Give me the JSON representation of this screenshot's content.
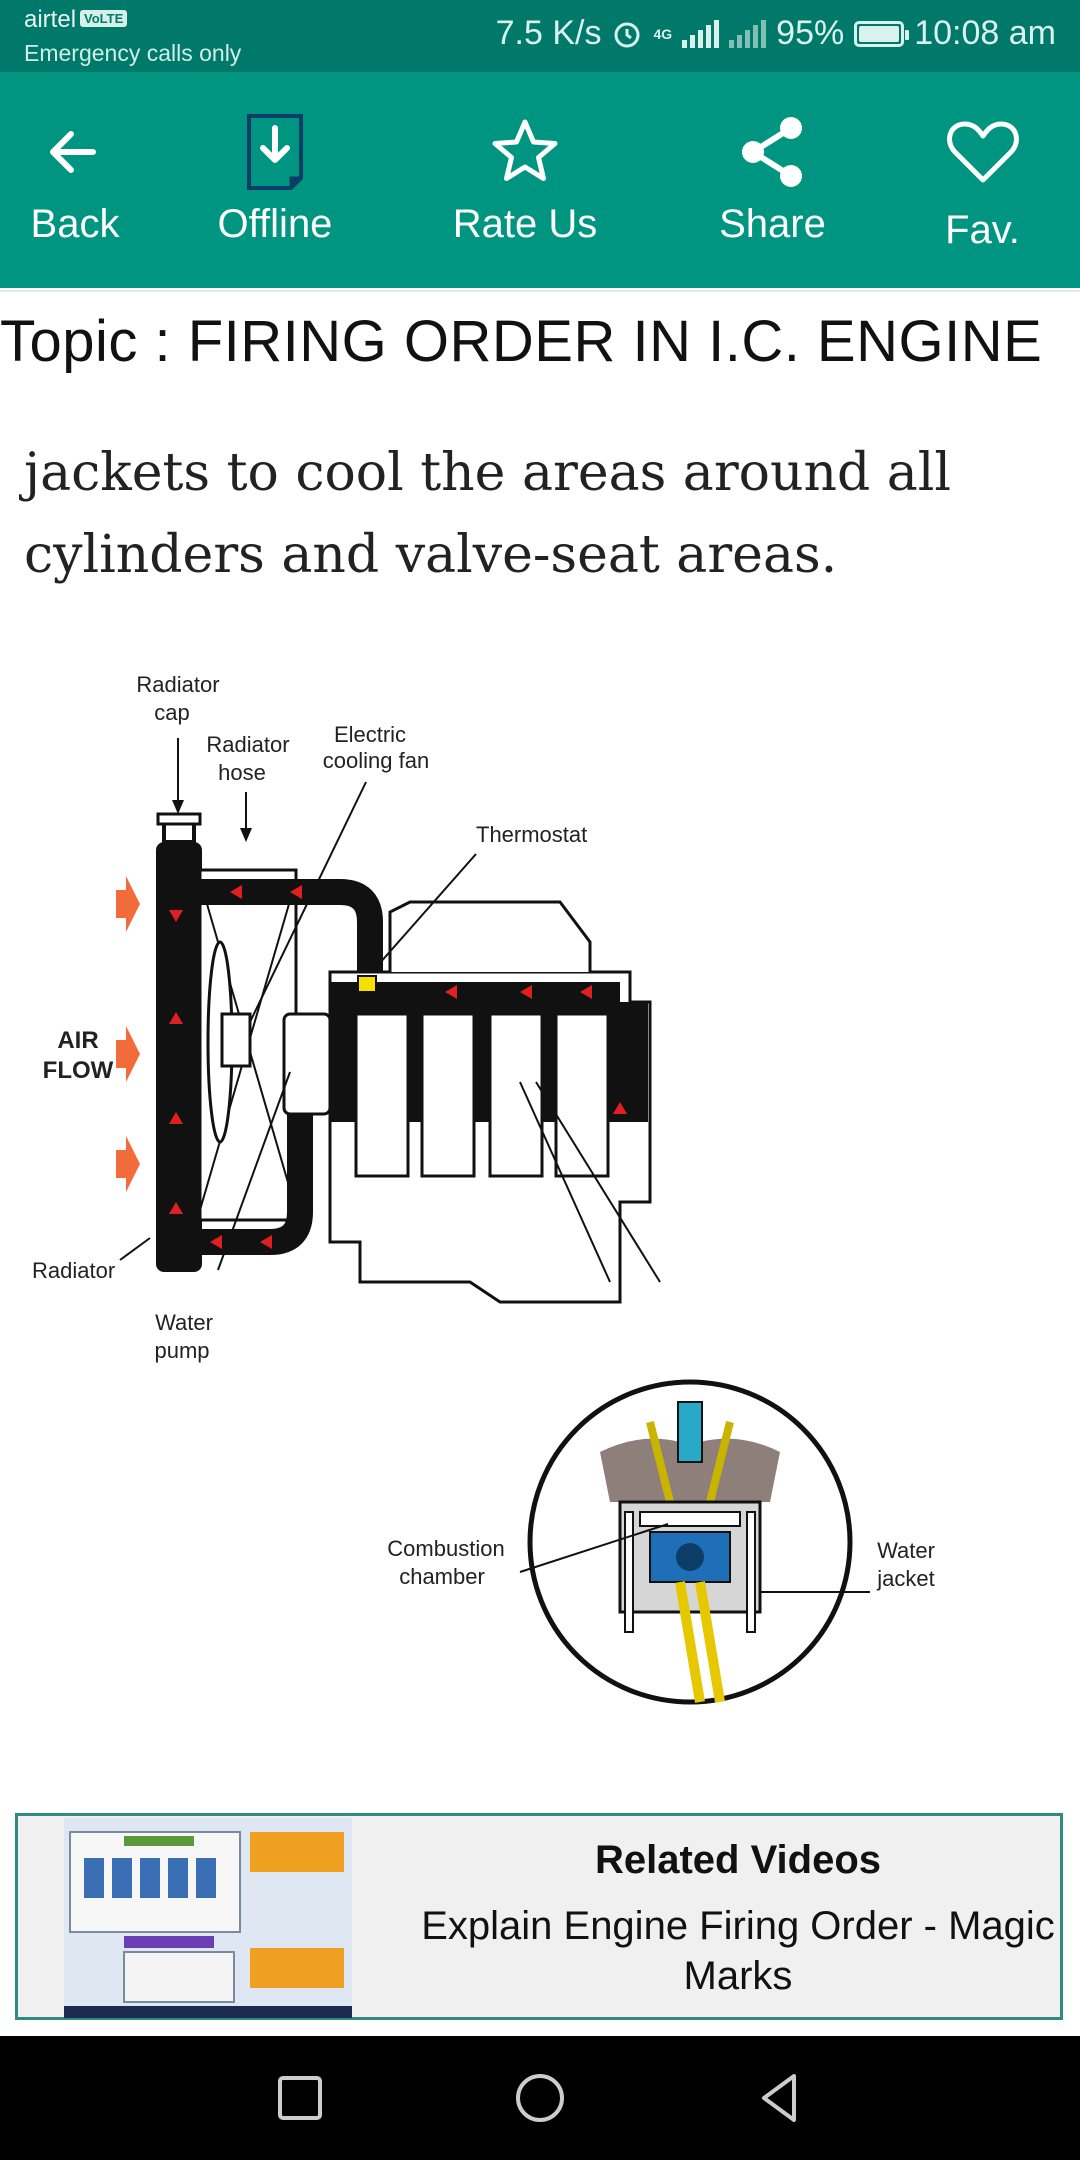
{
  "status_bar": {
    "carrier": "airtel",
    "volte": "VoLTE",
    "emergency": "Emergency calls only",
    "speed": "7.5 K/s",
    "network": "4G",
    "battery": "95%",
    "time": "10:08 am",
    "icons": [
      "alarm-icon",
      "signal-icon",
      "battery-icon"
    ]
  },
  "toolbar": {
    "back": "Back",
    "offline": "Offline",
    "rate": "Rate Us",
    "share": "Share",
    "fav": "Fav."
  },
  "topic": "Topic : FIRING ORDER IN I.C. ENGINE",
  "content": {
    "paragraph": "jackets to cool the areas around all cylinders and valve-seat areas.",
    "diagram_labels": {
      "radiator_cap": [
        "Radiator",
        "cap"
      ],
      "radiator_hose": [
        "Radiator",
        "hose"
      ],
      "cooling_fan": [
        "Electric",
        "cooling fan"
      ],
      "thermostat": "Thermostat",
      "air_flow": [
        "AIR",
        "FLOW"
      ],
      "radiator": "Radiator",
      "water_pump": [
        "Water",
        "pump"
      ],
      "combustion_chamber": [
        "Combustion",
        "chamber"
      ],
      "water_jacket": [
        "Water",
        "jacket"
      ]
    }
  },
  "related": {
    "title": "Related Videos",
    "video_title": "Explain Engine Firing Order - Magic Marks"
  },
  "colors": {
    "status_bar": "#00796b",
    "toolbar": "#009581",
    "accent_border": "#2e8b80",
    "flow_arrow": "#e02020"
  }
}
